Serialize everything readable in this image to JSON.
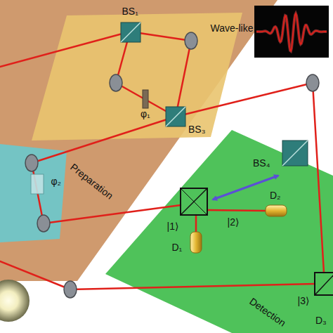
{
  "diagram": {
    "nodes": [
      {
        "text": [
          "Preparation"
        ]
      },
      {
        "text": [
          "Detection"
        ]
      }
    ],
    "labels": [
      "Wave-like",
      "BS₁",
      "BS₃",
      "φ₁",
      "φ₂",
      "BS₄",
      "D₂",
      "|2⟩",
      "|1⟩",
      "D₁",
      "|3⟩",
      "D₃"
    ]
  }
}
